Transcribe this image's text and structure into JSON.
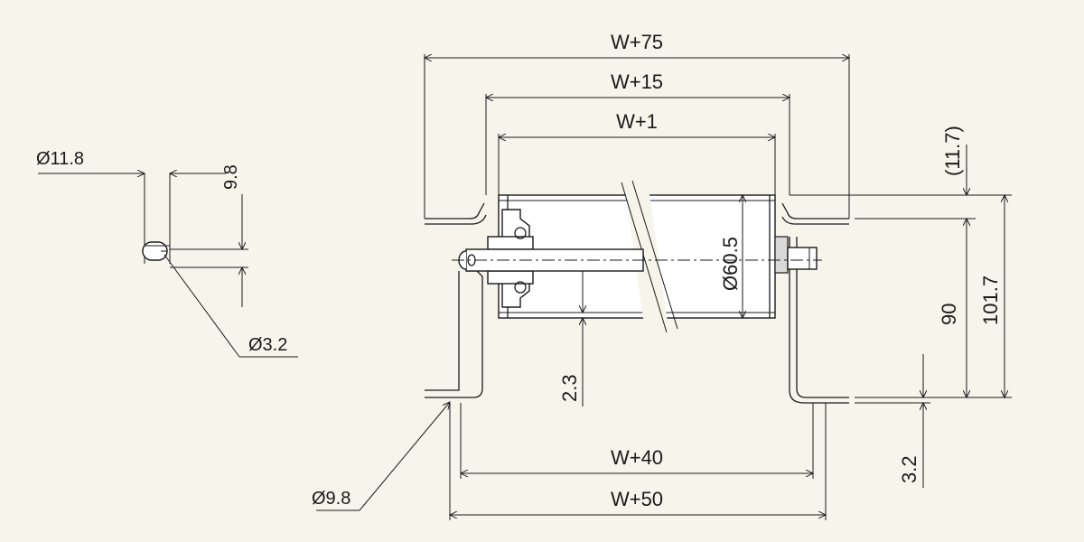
{
  "background": "#f7f4eb",
  "line_color": "#1a1a1a",
  "dimensions": {
    "w75": "W+75",
    "w15": "W+15",
    "w1": "W+1",
    "w40": "W+40",
    "w50": "W+50",
    "d605": "Ø60.5",
    "d118": "Ø11.8",
    "d32": "Ø3.2",
    "d98": "Ø9.8",
    "v98": "9.8",
    "v23": "2.3",
    "v117": "(11.7)",
    "v90": "90",
    "v1017": "101.7",
    "v32": "3.2"
  }
}
